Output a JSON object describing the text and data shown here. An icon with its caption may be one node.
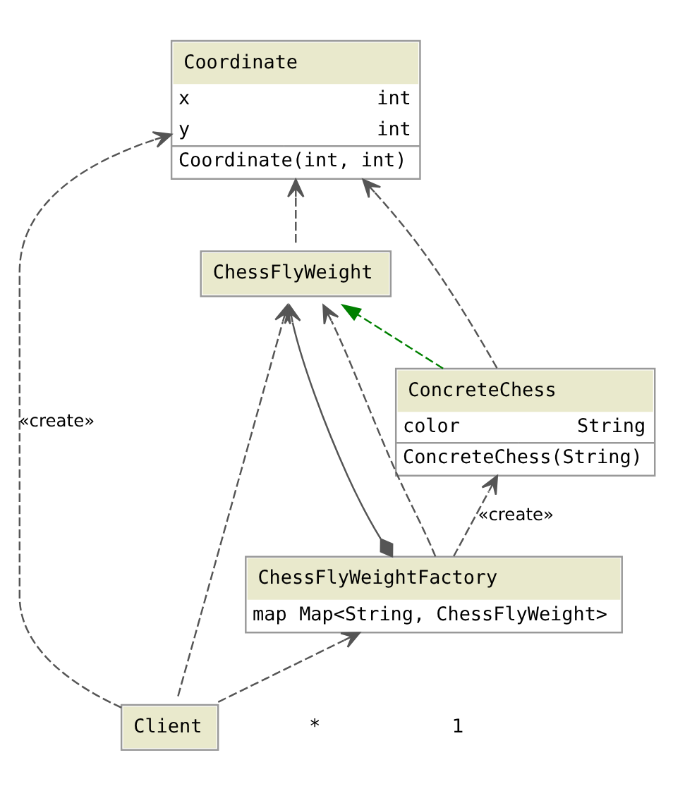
{
  "diagram": {
    "nodes": [
      {
        "text": [
          "Coordinate",
          "x",
          "int",
          "y",
          "int",
          "Coordinate(int, int)"
        ]
      },
      {
        "text": [
          "ChessFlyWeight"
        ]
      },
      {
        "text": [
          "ConcreteChess",
          "color",
          "String",
          "ConcreteChess(String)"
        ]
      },
      {
        "text": [
          "ChessFlyWeightFactory",
          "map",
          "Map<String, ChessFlyWeight>"
        ]
      },
      {
        "text": [
          "Client"
        ]
      }
    ],
    "edges": [
      {
        "from": 2,
        "to": 0,
        "arrow": "to",
        "style": "dashed"
      },
      {
        "from": 1,
        "to": 0,
        "arrow": "to",
        "style": "dashed"
      },
      {
        "from": 4,
        "to": 0,
        "arrow": "to",
        "style": "dashed",
        "label": "«create»"
      },
      {
        "from": 2,
        "to": 1,
        "arrow": "to",
        "style": "dashed",
        "color": "#008000"
      },
      {
        "from": 3,
        "to": 1,
        "arrow": "to"
      },
      {
        "from": 3,
        "to": 1,
        "arrow": "to",
        "style": "dashed"
      },
      {
        "from": 3,
        "to": 2,
        "arrow": "to",
        "style": "dashed",
        "label": "«create»"
      },
      {
        "from": 4,
        "to": 3,
        "arrow": "to",
        "style": "dashed"
      },
      {
        "from": 4,
        "to": 1,
        "arrow": "to",
        "style": "dashed"
      }
    ],
    "labels": [
      "*",
      "1"
    ]
  }
}
